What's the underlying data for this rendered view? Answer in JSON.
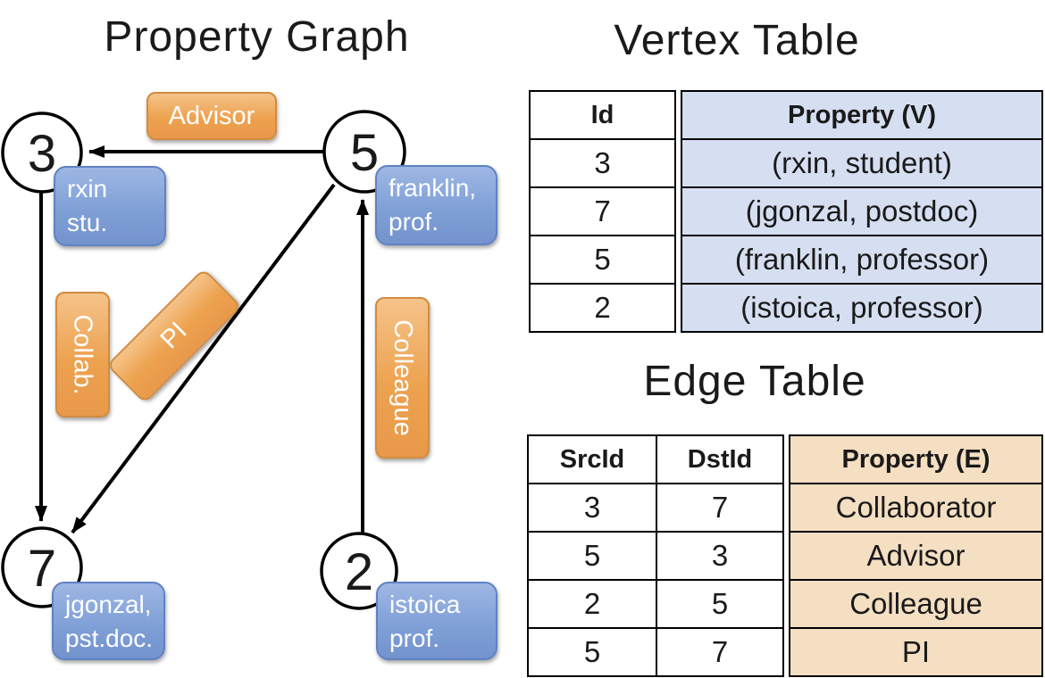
{
  "graph": {
    "title": "Property Graph",
    "nodes": [
      {
        "id": "3"
      },
      {
        "id": "5"
      },
      {
        "id": "7"
      },
      {
        "id": "2"
      }
    ],
    "edge_labels": {
      "advisor": "Advisor",
      "collab": "Collab.",
      "pi": "PI",
      "colleague": "Colleague"
    },
    "vertex_labels": {
      "rxin": {
        "line1": "rxin",
        "line2": "stu."
      },
      "franklin": {
        "line1": "franklin,",
        "line2": "prof."
      },
      "jgonzal": {
        "line1": "jgonzal,",
        "line2": "pst.doc."
      },
      "istoica": {
        "line1": "istoica",
        "line2": "prof."
      }
    }
  },
  "vertex_table": {
    "title": "Vertex Table",
    "headers": {
      "id": "Id",
      "property": "Property (V)"
    },
    "rows": [
      {
        "id": "3",
        "property": "(rxin, student)"
      },
      {
        "id": "7",
        "property": "(jgonzal, postdoc)"
      },
      {
        "id": "5",
        "property": "(franklin, professor)"
      },
      {
        "id": "2",
        "property": "(istoica, professor)"
      }
    ]
  },
  "edge_table": {
    "title": "Edge Table",
    "headers": {
      "src": "SrcId",
      "dst": "DstId",
      "property": "Property (E)"
    },
    "rows": [
      {
        "src": "3",
        "dst": "7",
        "property": "Collaborator"
      },
      {
        "src": "5",
        "dst": "3",
        "property": "Advisor"
      },
      {
        "src": "2",
        "dst": "5",
        "property": "Colleague"
      },
      {
        "src": "5",
        "dst": "7",
        "property": "PI"
      }
    ]
  },
  "colors": {
    "edge_label_orange_top": "#f5c38a",
    "edge_label_orange_bottom": "#e8994a",
    "vertex_label_blue_top": "#9db7e4",
    "vertex_label_blue_bottom": "#7493cd",
    "vertex_table_cell": "#d5dff1",
    "edge_table_cell": "#f5dfc2",
    "table_border": "#000000"
  }
}
